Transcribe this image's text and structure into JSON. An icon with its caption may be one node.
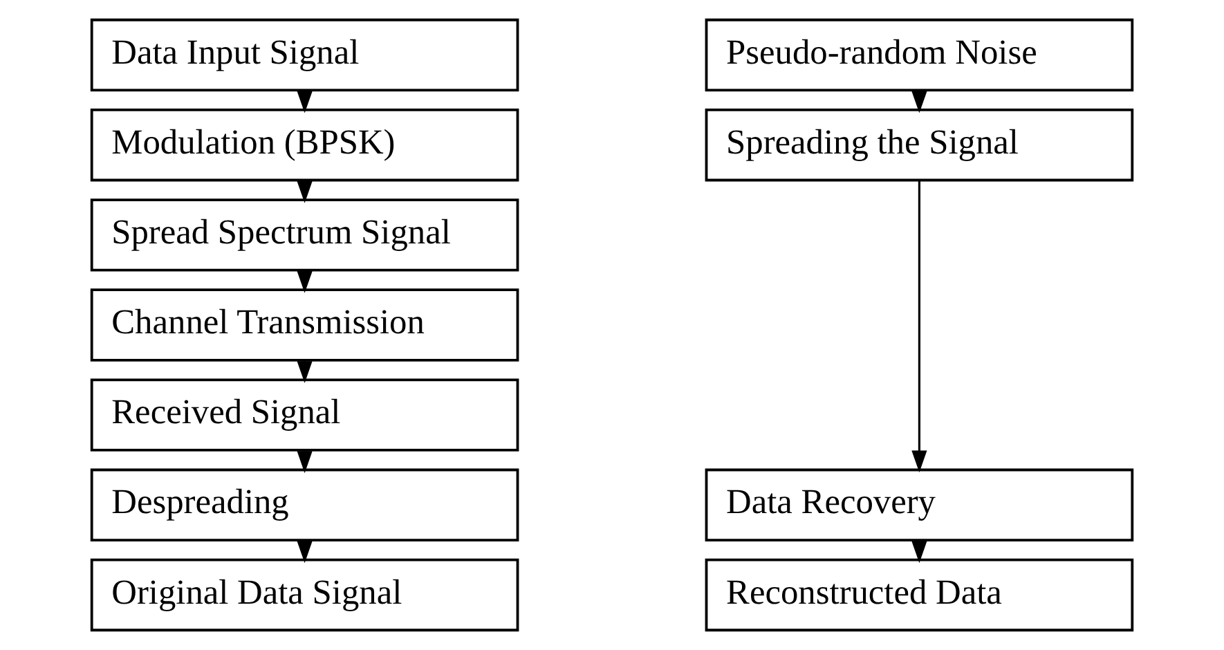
{
  "diagram": {
    "nodes": [
      {
        "text": [
          "Data Input Signal"
        ]
      },
      {
        "text": [
          "Modulation (BPSK)"
        ]
      },
      {
        "text": [
          "Spread Spectrum Signal"
        ]
      },
      {
        "text": [
          "Channel Transmission"
        ]
      },
      {
        "text": [
          "Received Signal"
        ]
      },
      {
        "text": [
          "Despreading"
        ]
      },
      {
        "text": [
          "Original Data Signal"
        ]
      },
      {
        "text": [
          "Pseudo-random Noise"
        ]
      },
      {
        "text": [
          "Spreading the Signal"
        ]
      },
      {
        "text": [
          "Data Recovery"
        ]
      },
      {
        "text": [
          "Reconstructed Data"
        ]
      }
    ],
    "edges": [
      {
        "from": 0,
        "to": 1,
        "arrow": "to"
      },
      {
        "from": 1,
        "to": 2,
        "arrow": "to"
      },
      {
        "from": 2,
        "to": 3,
        "arrow": "to"
      },
      {
        "from": 3,
        "to": 4,
        "arrow": "to"
      },
      {
        "from": 4,
        "to": 5,
        "arrow": "to"
      },
      {
        "from": 5,
        "to": 6,
        "arrow": "to"
      },
      {
        "from": 7,
        "to": 8,
        "arrow": "to"
      },
      {
        "from": 8,
        "to": 9,
        "arrow": "to"
      },
      {
        "from": 9,
        "to": 10,
        "arrow": "to"
      }
    ]
  }
}
